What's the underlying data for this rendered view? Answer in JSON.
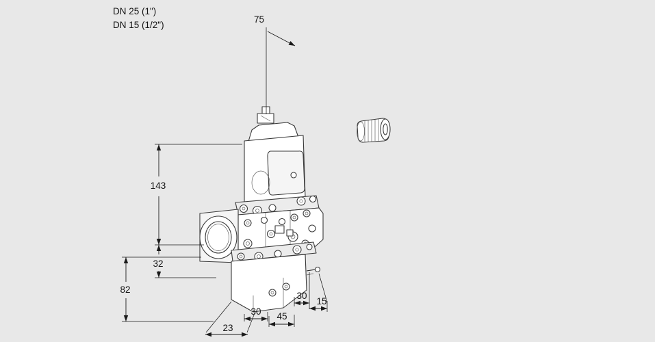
{
  "canvas": {
    "background": "#e8e8e8",
    "drawing_line_color": "#3a3a3a",
    "dimension_line_color": "#1a1a1a",
    "text_color": "#141414"
  },
  "labels": {
    "dn25": "DN 25 (1\")",
    "dn15": "DN 15 (1/2\")"
  },
  "dimensions": {
    "width_top": "75",
    "height_total": "143",
    "offset_flange": "32",
    "height_bottom": "82",
    "depth_front": "23",
    "width_a": "30",
    "width_b": "45",
    "width_c": "30",
    "width_d": "15"
  }
}
